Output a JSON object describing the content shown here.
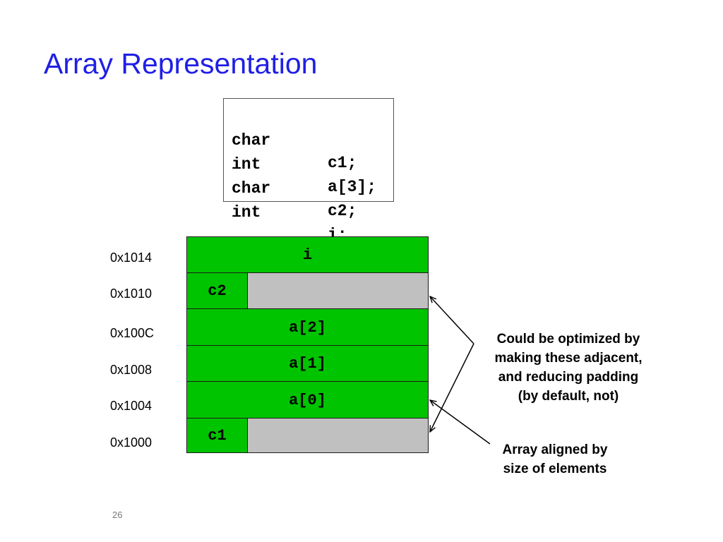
{
  "slide": {
    "title": "Array Representation",
    "page_number": "26"
  },
  "code": {
    "lines": [
      {
        "type": "char",
        "name": "c1;"
      },
      {
        "type": "int",
        "name": "a[3];"
      },
      {
        "type": "char",
        "name": "c2;"
      },
      {
        "type": "int",
        "name": "i;"
      }
    ]
  },
  "memory": {
    "addresses": [
      "0x1014",
      "0x1010",
      "0x100C",
      "0x1008",
      "0x1004",
      "0x1000"
    ],
    "cells": {
      "i": "i",
      "c2": "c2",
      "a2": "a[2]",
      "a1": "a[1]",
      "a0": "a[0]",
      "c1": "c1"
    },
    "colors": {
      "data": "#00c400",
      "padding": "#c0c0c0"
    }
  },
  "notes": {
    "optimize": [
      "Could be optimized by",
      "making these adjacent,",
      "and reducing padding",
      "(by default, not)"
    ],
    "aligned": [
      "Array aligned by",
      "size of elements"
    ]
  },
  "colors": {
    "title": "#1f1fe6"
  }
}
